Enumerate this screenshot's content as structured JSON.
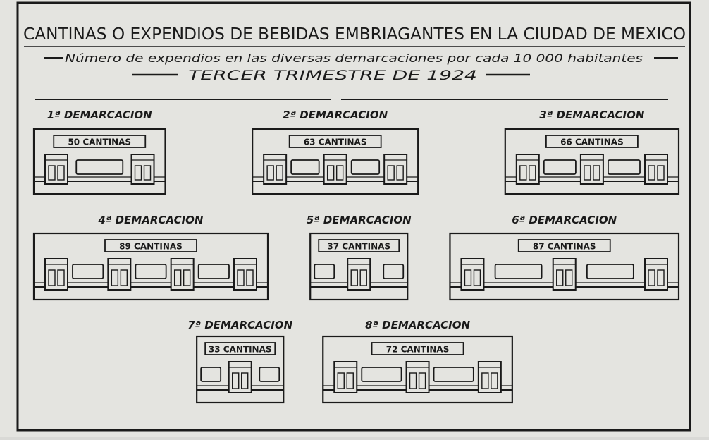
{
  "header": {
    "title": "CANTINAS O EXPENDIOS DE BEBIDAS EMBRIAGANTES EN LA CIUDAD DE MEXICO",
    "subtitle": "Número de expendios en las diversas demarcaciones por cada 10 000 habitantes",
    "period": "TERCER TRIMESTRE DE 1924"
  },
  "colors": {
    "paper": "#e4e4e0",
    "ink": "#1a1a1a",
    "background": "#d9d9d6"
  },
  "chart_data": {
    "type": "bar",
    "title": "CANTINAS O EXPENDIOS DE BEBIDAS EMBRIAGANTES EN LA CIUDAD DE MEXICO",
    "subtitle": "Número de expendios en las diversas demarcaciones por cada 10 000 habitantes",
    "period": "TERCER TRIMESTRE DE 1924",
    "unit_label": "CANTINAS",
    "categories": [
      "1ª DEMARCACION",
      "2ª DEMARCACION",
      "3ª DEMARCACION",
      "4ª DEMARCACION",
      "5ª DEMARCACION",
      "6ª DEMARCACION",
      "7ª DEMARCACION",
      "8ª DEMARCACION"
    ],
    "values": [
      50,
      63,
      66,
      89,
      37,
      87,
      33,
      72
    ],
    "value_labels": [
      "50 CANTINAS",
      "63 CANTINAS",
      "66 CANTINAS",
      "89 CANTINAS",
      "37 CANTINAS",
      "87 CANTINAS",
      "33 CANTINAS",
      "72 CANTINAS"
    ],
    "rows": [
      [
        0,
        1,
        2
      ],
      [
        3,
        4,
        5
      ],
      [
        6,
        7
      ]
    ],
    "glyph": "storefront"
  }
}
